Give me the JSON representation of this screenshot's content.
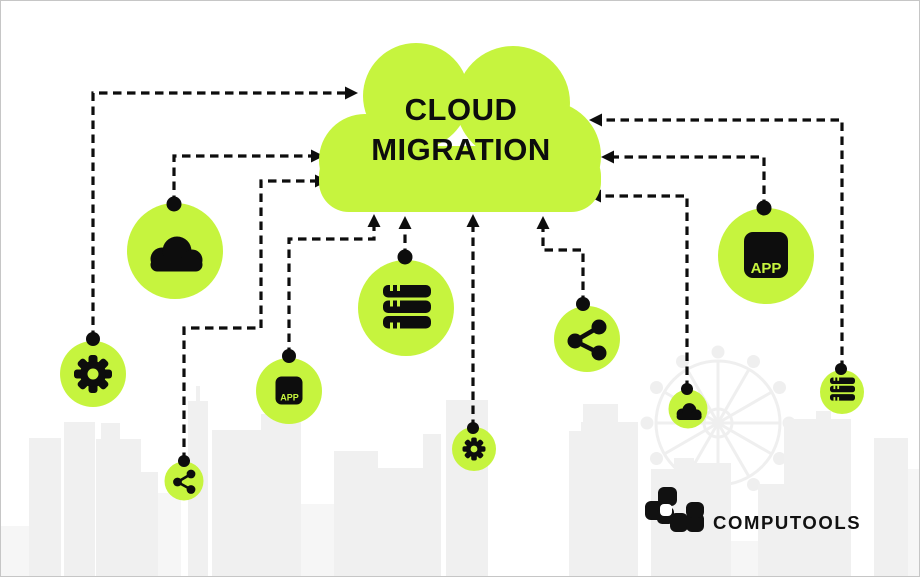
{
  "cloud": {
    "line1": "CLOUD",
    "line2": "MIGRATION"
  },
  "brand": {
    "wordmark": "COMPUTOOLS",
    "logo_icon": "computools-pixel-mark"
  },
  "colors": {
    "accent_green": "#c6f43e",
    "ink_black": "#0d0d0d",
    "skyline_gray": "#f0f0f0",
    "skyline_light_gray": "#f6f6f6",
    "ferris_wheel_gray": "#efefef",
    "background": "#ffffff",
    "border": "#c6c6c6"
  },
  "nodes": {
    "cloud_large": {
      "icon": "cloud-icon"
    },
    "gear_medium": {
      "icon": "gear-icon"
    },
    "app_small": {
      "icon": "app-icon",
      "label": "APP"
    },
    "server_large": {
      "icon": "server-icon"
    },
    "gear_small": {
      "icon": "gear-icon"
    },
    "share_medium": {
      "icon": "share-icon"
    },
    "cloud_small": {
      "icon": "cloud-icon"
    },
    "app_large": {
      "icon": "app-icon",
      "label": "APP"
    },
    "server_small": {
      "icon": "server-icon"
    },
    "share_small": {
      "icon": "share-icon"
    }
  }
}
